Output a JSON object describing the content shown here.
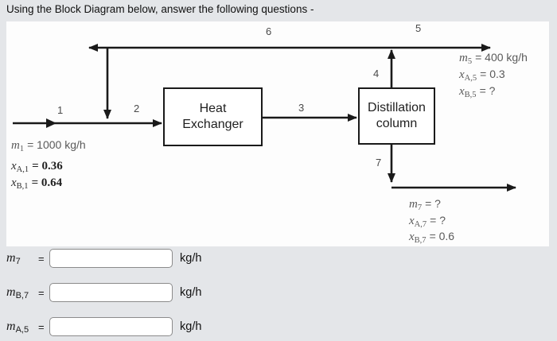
{
  "page": {
    "title": "Using the Block Diagram below, answer the following questions -"
  },
  "diagram": {
    "blocks": [
      {
        "line1": "Heat",
        "line2": "Exchanger"
      },
      {
        "line1": "Distillation",
        "line2": "column"
      }
    ],
    "stream_numbers": [
      "1",
      "2",
      "3",
      "4",
      "5",
      "6",
      "7"
    ],
    "stream_labels": {
      "feed": [
        {
          "v": "m",
          "s": "1",
          "r": "= 1000 kg/h"
        },
        {
          "v": "x",
          "s": "A,1",
          "r": "= 0.36"
        },
        {
          "v": "x",
          "s": "B,1",
          "r": "= 0.64"
        }
      ],
      "overhead": [
        {
          "v": "m",
          "s": "5",
          "r": "= 400 kg/h"
        },
        {
          "v": "x",
          "s": "A,5",
          "r": "= 0.3"
        },
        {
          "v": "x",
          "s": "B,5",
          "r": "= ?"
        }
      ],
      "bottoms": [
        {
          "v": "m",
          "s": "7",
          "r": "= ?"
        },
        {
          "v": "x",
          "s": "A,7",
          "r": "= ?"
        },
        {
          "v": "x",
          "s": "B,7",
          "r": "= 0.6"
        }
      ]
    }
  },
  "form": {
    "rows": [
      {
        "v": "m",
        "s": "7",
        "eq": "=",
        "value": "",
        "unit": "kg/h"
      },
      {
        "v": "m",
        "s": "B,7",
        "eq": "=",
        "value": "",
        "unit": "kg/h"
      },
      {
        "v": "m",
        "s": "A,5",
        "eq": "=",
        "value": "",
        "unit": "kg/h"
      }
    ]
  },
  "colors": {
    "background": "#e4e6e9",
    "line": "#1a1a1a",
    "label_gray": "#5a5a5a"
  }
}
